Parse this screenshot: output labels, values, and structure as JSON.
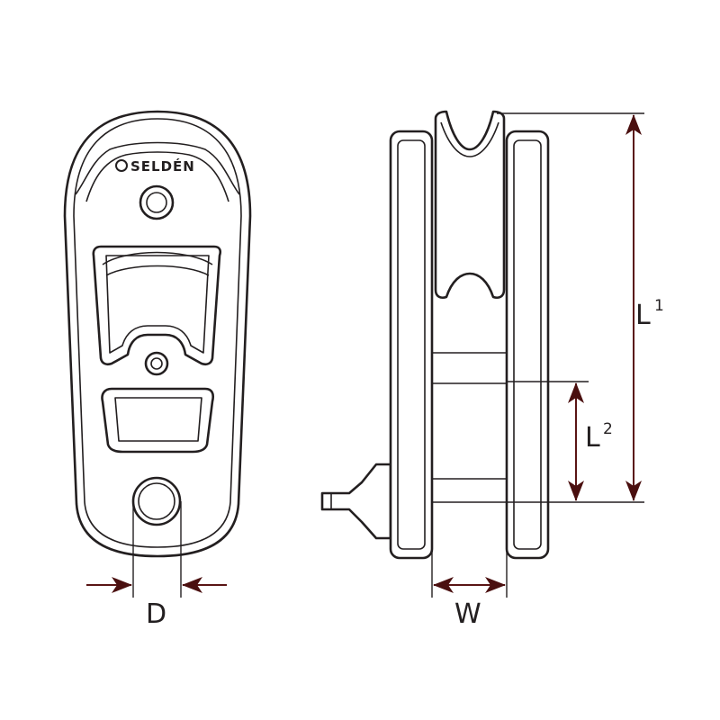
{
  "brand_logo": {
    "text": "SELDÉN"
  },
  "dimensions": {
    "D": {
      "label": "D"
    },
    "W": {
      "label": "W"
    },
    "L1": {
      "label": "L",
      "sup": "1"
    },
    "L2": {
      "label": "L",
      "sup": "2"
    }
  },
  "colors": {
    "line": "#231f20",
    "arrow": "#5a1414"
  }
}
